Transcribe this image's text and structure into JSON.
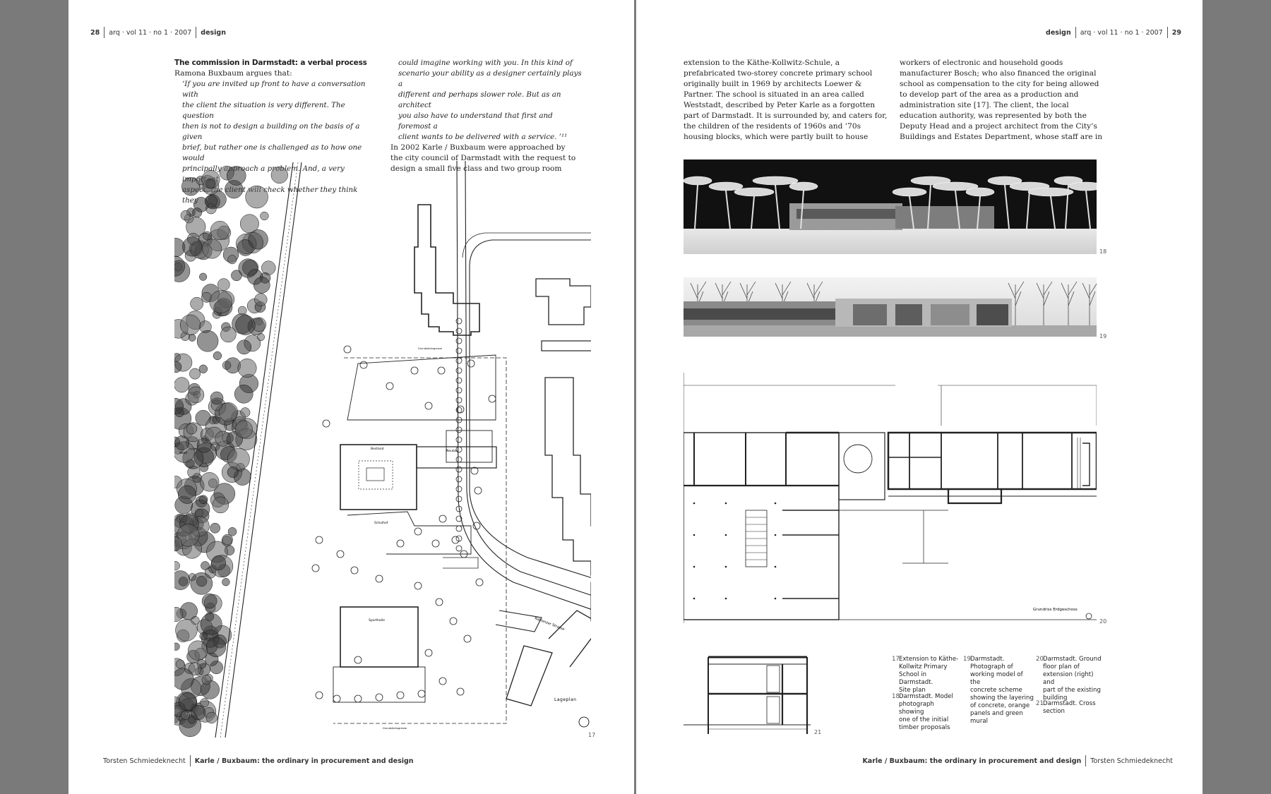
{
  "left_page": {
    "header": {
      "page_number": "28",
      "journal": "arq · vol 11 · no 1 · 2007",
      "section": "design"
    },
    "col1": {
      "heading": "The commission in Darmstadt: a verbal process",
      "lead": "Ramona Buxbaum argues that:",
      "quote_lines": [
        "‘If you are invited up front to have a conversation with",
        "the client the situation is very different. The question",
        "then is not to design a building on the basis of a given",
        "brief, but rather one is challenged as to how one would",
        "principally approach a problem. And, a very important",
        "aspect, the client will check whether they think they"
      ]
    },
    "col2": {
      "quote_lines": [
        "could imagine working with you. In this kind of",
        "scenario your ability as a designer certainly plays a",
        "different and perhaps slower role. But as an architect",
        "you also have to understand that first and foremost a",
        "client wants to be delivered with a service. ’¹¹"
      ],
      "body_lines": [
        "In 2002 Karle / Buxbaum were approached by",
        "the city council of Darmstadt with the request to",
        "design a small five class and two group room"
      ]
    },
    "plan_labels": {
      "wald": "Wald",
      "bestand": "Bestand",
      "neubau": "Neubau",
      "schulhof": "Schulhof",
      "sporthalle": "Sporthalle",
      "strasse": "Koblenzer Strasse",
      "lageplan": "Lageplan",
      "grenze_top": "Grundstücksgrenze",
      "grenze_bottom": "Grundstücksgrenze"
    },
    "fig17": "17",
    "footer": {
      "author": "Torsten Schmiedeknecht",
      "title": "Karle / Buxbaum: the ordinary in procurement and design"
    }
  },
  "right_page": {
    "header": {
      "section": "design",
      "journal": "arq · vol 11 · no 1 · 2007",
      "page_number": "29"
    },
    "col1_lines": [
      "extension to the Käthe-Kollwitz-Schule, a",
      "prefabricated two-storey concrete primary school",
      "originally built in 1969 by architects Loewer &",
      "Partner. The school is situated in an area called",
      "Weststadt, described by Peter Karle as a forgotten",
      "part of Darmstadt. It is surrounded by, and caters for,",
      "the children of the residents of 1960s and ’70s",
      "housing blocks, which were partly built to house"
    ],
    "col2_lines": [
      "workers of electronic and household goods",
      "manufacturer Bosch; who also financed the original",
      "school as compensation to the city for being allowed",
      "to develop part of the area as a production and",
      "administration site [17]. The client, the local",
      "education authority, was represented by both the",
      "Deputy Head and a project architect from the City’s",
      "Buildings and Estates Department, whose staff are in"
    ],
    "fig_numbers": {
      "f18": "18",
      "f19": "19",
      "f20": "20",
      "f21": "21"
    },
    "plan_label": "Grundriss Erdgeschoss",
    "captions": [
      {
        "n": "17",
        "lines": [
          "Extension to Käthe-",
          "Kollwitz Primary",
          "School in Darmstadt.",
          "Site plan"
        ]
      },
      {
        "n": "18",
        "lines": [
          "Darmstadt. Model",
          "photograph showing",
          "one of the initial",
          "timber proposals"
        ]
      },
      {
        "n": "19",
        "lines": [
          "Darmstadt.",
          "Photograph of",
          "working model of the",
          "concrete scheme",
          "showing the layering",
          "of concrete, orange",
          "panels and green",
          "mural"
        ]
      },
      {
        "n": "20",
        "lines": [
          "Darmstadt. Ground",
          "floor plan of",
          "extension (right) and",
          "part of the existing",
          "building"
        ]
      },
      {
        "n": "21",
        "lines": [
          "Darmstadt. Cross",
          "section"
        ]
      }
    ],
    "footer": {
      "title": "Karle / Buxbaum: the ordinary in procurement and design",
      "author": "Torsten Schmiedeknecht"
    }
  }
}
